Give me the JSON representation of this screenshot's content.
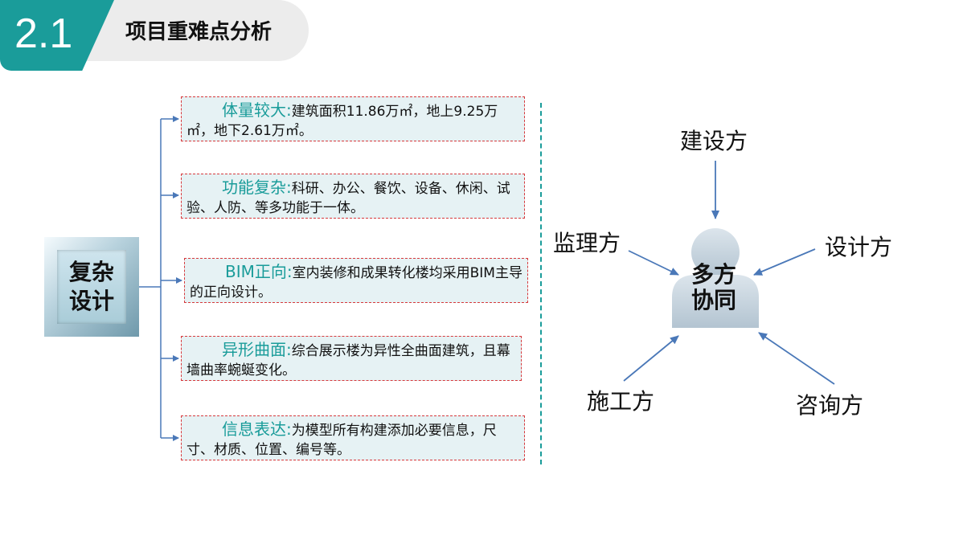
{
  "header": {
    "number": "2.1",
    "title": "项目重难点分析"
  },
  "center": {
    "label": "复杂\n设计"
  },
  "items": [
    {
      "keyword": "体量较大:",
      "text": "建筑面积11.86万㎡，地上9.25万㎡，地下2.61万㎡。"
    },
    {
      "keyword": "功能复杂:",
      "text": "科研、办公、餐饮、设备、休闲、试验、人防、等多功能于一体。"
    },
    {
      "keyword": "BIM正向:",
      "text": "室内装修和成果转化楼均采用BIM主导的正向设计。"
    },
    {
      "keyword": "异形曲面:",
      "text": "综合展示楼为异性全曲面建筑，且幕墙曲率蜿蜒变化。"
    },
    {
      "keyword": "信息表达:",
      "text": "为模型所有构建添加必要信息，尺寸、材质、位置、编号等。"
    }
  ],
  "collaboration": {
    "center": "多方\n协同",
    "parties": {
      "construction_owner": "建设方",
      "designer": "设计方",
      "consultant": "咨询方",
      "builder": "施工方",
      "supervisor": "监理方"
    }
  },
  "colors": {
    "accent": "#1a9c9a",
    "box_bg": "#e6f2f4",
    "box_border": "#d7393c",
    "connector": "#4a78b8"
  }
}
